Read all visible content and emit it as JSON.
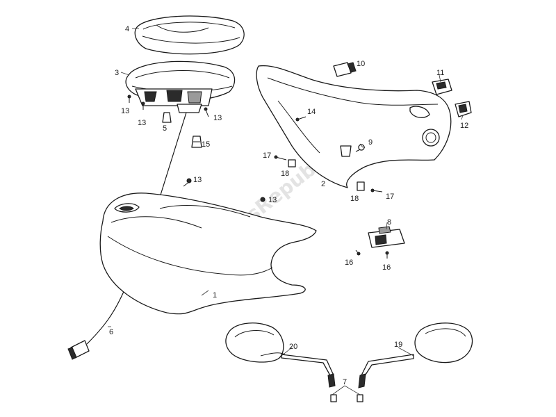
{
  "watermark": "PartsRepublik",
  "labels": {
    "l1": "1",
    "l2": "2",
    "l3": "3",
    "l4": "4",
    "l5": "5",
    "l6": "6",
    "l7": "7",
    "l8": "8",
    "l9": "9",
    "l10": "10",
    "l11": "11",
    "l12": "12",
    "l13a": "13",
    "l13b": "13",
    "l13c": "13",
    "l13d": "13",
    "l13e": "13",
    "l14": "14",
    "l15": "15",
    "l16a": "16",
    "l16b": "16",
    "l17a": "17",
    "l17b": "17",
    "l18a": "18",
    "l18b": "18",
    "l19": "19",
    "l20": "20"
  }
}
